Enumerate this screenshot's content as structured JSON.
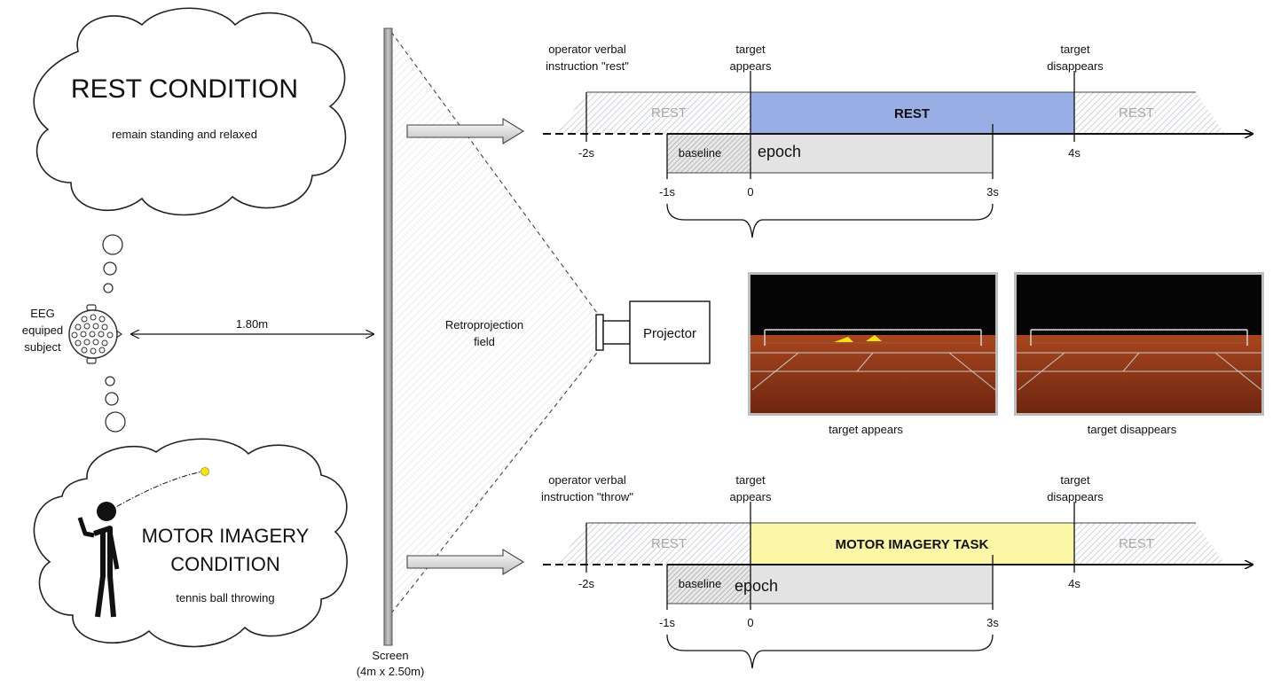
{
  "rest_cloud": {
    "title": "REST CONDITION",
    "subtitle": "remain standing and relaxed"
  },
  "mi_cloud": {
    "title_line1": "MOTOR IMAGERY",
    "title_line2": "CONDITION",
    "subtitle": "tennis ball throwing"
  },
  "subject": {
    "label_line1": "EEG",
    "label_line2": "equiped",
    "label_line3": "subject",
    "distance": "1.80m"
  },
  "screen": {
    "label_line1": "Screen",
    "label_line2": "(4m x 2.50m)"
  },
  "retro": {
    "label_line1": "Retroprojection",
    "label_line2": "field"
  },
  "projector": {
    "label": "Projector"
  },
  "screenshots": {
    "left_caption": "target appears",
    "right_caption": "target disappears"
  },
  "colors": {
    "rest_block": "#9aaee6",
    "mi_block": "#fcf7a6",
    "epoch_fill": "#e3e3e3",
    "court": "#8a3418",
    "target": "#f5e21a"
  },
  "timeline_rest": {
    "operator_line1": "operator verbal",
    "operator_line2": "instruction \"rest\"",
    "appears_line1": "target",
    "appears_line2": "appears",
    "disappears_line1": "target",
    "disappears_line2": "disappears",
    "left_rest": "REST",
    "block": "REST",
    "right_rest": "REST",
    "baseline": "baseline",
    "epoch": "epoch",
    "t_m2": "-2s",
    "t_4": "4s",
    "t_m1": "-1s",
    "t_0": "0",
    "t_3": "3s"
  },
  "timeline_mi": {
    "operator_line1": "operator verbal",
    "operator_line2": "instruction \"throw\"",
    "appears_line1": "target",
    "appears_line2": "appears",
    "disappears_line1": "target",
    "disappears_line2": "disappears",
    "left_rest": "REST",
    "block": "MOTOR IMAGERY TASK",
    "right_rest": "REST",
    "baseline": "baseline",
    "epoch": "epoch",
    "t_m2": "-2s",
    "t_4": "4s",
    "t_m1": "-1s",
    "t_0": "0",
    "t_3": "3s"
  }
}
